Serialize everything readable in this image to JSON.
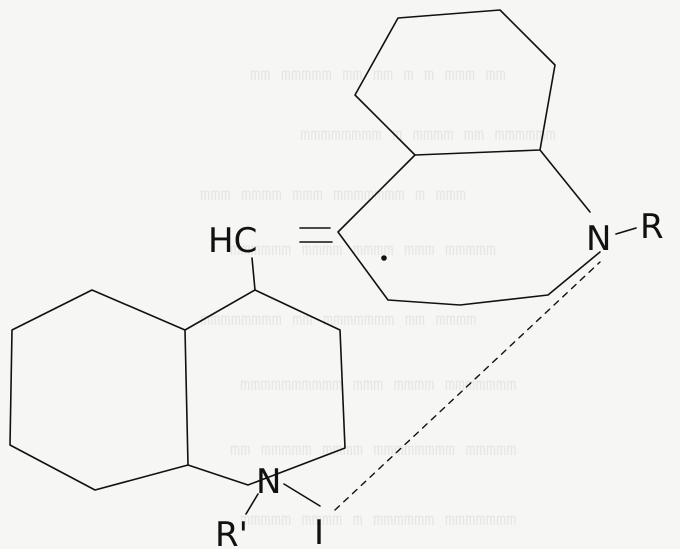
{
  "labels": {
    "hc": "HC",
    "n_upper": "N",
    "r_upper": "R",
    "n_lower": "N",
    "r_lower": "R'",
    "iodide": "I"
  },
  "colors": {
    "ink": "#111111",
    "paper": "#f6f6f4"
  }
}
